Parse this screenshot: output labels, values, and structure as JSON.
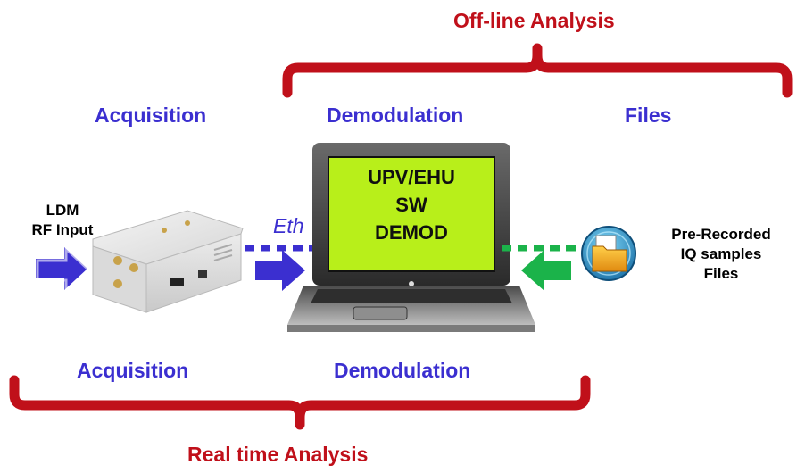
{
  "headings": {
    "offline": "Off-line Analysis",
    "realtime": "Real time Analysis"
  },
  "top_row": {
    "acquisition": "Acquisition",
    "demodulation": "Demodulation",
    "files": "Files"
  },
  "bottom_row": {
    "acquisition": "Acquisition",
    "demodulation": "Demodulation"
  },
  "input": {
    "line1": "LDM",
    "line2": "RF Input"
  },
  "link": {
    "eth": "Eth"
  },
  "laptop_screen": {
    "line1": "UPV/EHU",
    "line2": "SW",
    "line3": "DEMOD"
  },
  "files_source": {
    "line1": "Pre-Recorded",
    "line2": "IQ samples",
    "line3": "Files"
  },
  "icons": {
    "sdr": "sdr-receiver-icon",
    "laptop": "laptop-icon",
    "folder": "folder-icon",
    "arrow_blue": "arrow-right-icon",
    "arrow_green": "arrow-left-icon"
  },
  "colors": {
    "bracket": "#c0101a",
    "blue": "#3b2fd0",
    "green": "#1bb34a",
    "screen": "#b8ef1a"
  }
}
